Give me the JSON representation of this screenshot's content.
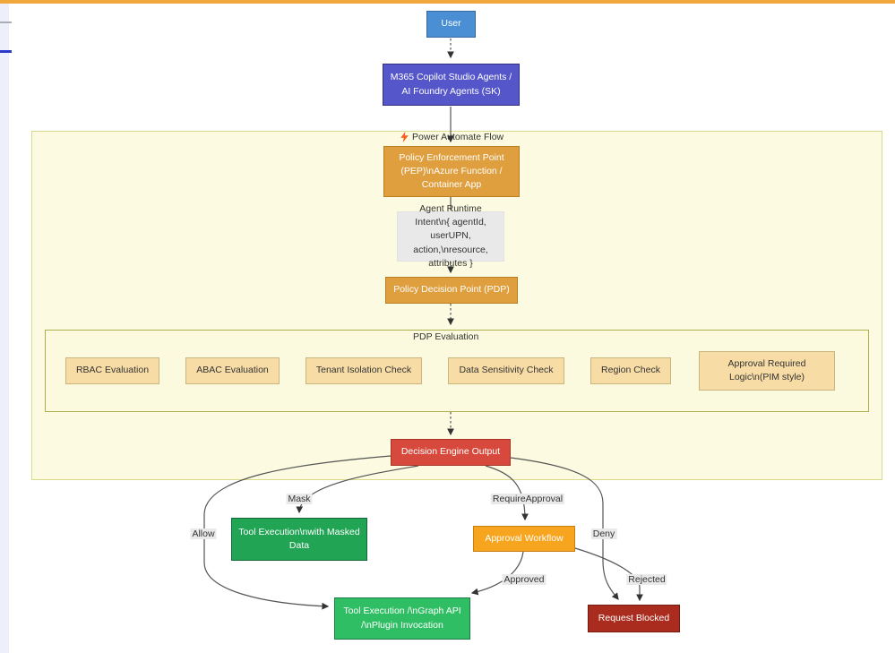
{
  "chrome": {
    "top_bar_color": "#f2a73c",
    "left_strip_color": "#edeffa",
    "gray_tick_color": "#a9adb5",
    "blue_tick_color": "#2b38cc"
  },
  "diagram": {
    "containers": {
      "power_automate": {
        "label": "Power Automate Flow",
        "icon": "lightning-bolt",
        "fill": "#fcfbe1",
        "border": "#d9d98a"
      },
      "pdp_evaluation": {
        "label": "PDP Evaluation",
        "fill": "#fbfade",
        "border": "#a9b04c"
      }
    },
    "nodes": {
      "user": {
        "label": "User",
        "fill": "#4a8fd3",
        "border": "#35689e"
      },
      "agents": {
        "label": "M365 Copilot Studio Agents / AI Foundry Agents (SK)",
        "fill": "#5456ca",
        "border": "#30307f"
      },
      "pep": {
        "label": "Policy Enforcement Point (PEP)\\nAzure Function / Container App",
        "fill": "#df9f3e",
        "border": "#b77f22"
      },
      "intent": {
        "label": "Agent Runtime Intent\\n{ agentId, userUPN, action,\\nresource, attributes }",
        "fill": "#e9e9e9"
      },
      "pdp": {
        "label": "Policy Decision Point (PDP)",
        "fill": "#df9f3e",
        "border": "#b77f22"
      },
      "rbac": {
        "label": "RBAC Evaluation",
        "fill": "#f8dca6",
        "border": "#c9b67e"
      },
      "abac": {
        "label": "ABAC Evaluation",
        "fill": "#f8dca6",
        "border": "#c9b67e"
      },
      "tenant_isolation": {
        "label": "Tenant Isolation Check",
        "fill": "#f8dca6",
        "border": "#c9b67e"
      },
      "data_sensitivity": {
        "label": "Data Sensitivity Check",
        "fill": "#f8dca6",
        "border": "#c9b67e"
      },
      "region": {
        "label": "Region Check",
        "fill": "#f8dca6",
        "border": "#c9b67e"
      },
      "approval_required": {
        "label": "Approval Required Logic\\n(PIM style)",
        "fill": "#f8dca6",
        "border": "#c9b67e"
      },
      "decision": {
        "label": "Decision Engine Output",
        "fill": "#d7493d",
        "border": "#a93429"
      },
      "masked_execution": {
        "label": "Tool Execution\\nwith Masked Data",
        "fill": "#22a455",
        "border": "#14663a"
      },
      "approval_workflow": {
        "label": "Approval Workflow",
        "fill": "#f7a41f",
        "border": "#c57f12"
      },
      "graph_execution": {
        "label": "Tool Execution /\\nGraph API /\\nPlugin Invocation",
        "fill": "#2fbe64",
        "border": "#1b7a46"
      },
      "request_blocked": {
        "label": "Request Blocked",
        "fill": "#a92c1e",
        "border": "#731b10"
      }
    },
    "edge_labels": {
      "allow": "Allow",
      "mask": "Mask",
      "require_approval": "RequireApproval",
      "deny": "Deny",
      "approved": "Approved",
      "rejected": "Rejected"
    }
  }
}
